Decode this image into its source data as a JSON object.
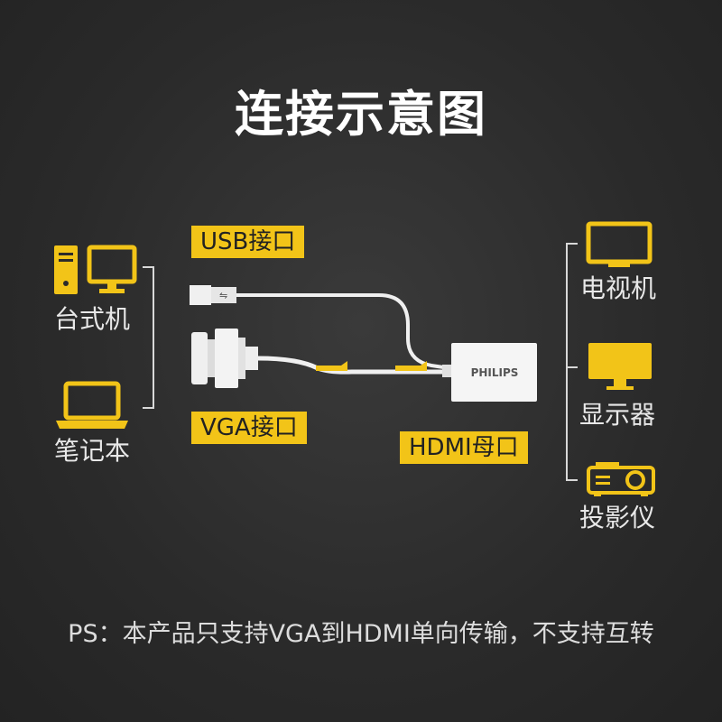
{
  "title": "连接示意图",
  "left_devices": {
    "desktop_label": "台式机",
    "laptop_label": "笔记本"
  },
  "ports": {
    "usb_label": "USB接口",
    "vga_label": "VGA接口",
    "hdmi_label": "HDMI母口"
  },
  "adapter": {
    "brand": "PHILIPS"
  },
  "right_devices": {
    "tv_label": "电视机",
    "monitor_label": "显示器",
    "projector_label": "投影仪"
  },
  "footer_note": "PS：本产品只支持VGA到HDMI单向传输，不支持互转",
  "colors": {
    "background": "#2b2b2b",
    "accent_yellow": "#f2c418",
    "cable_white": "#f0f0f0"
  }
}
